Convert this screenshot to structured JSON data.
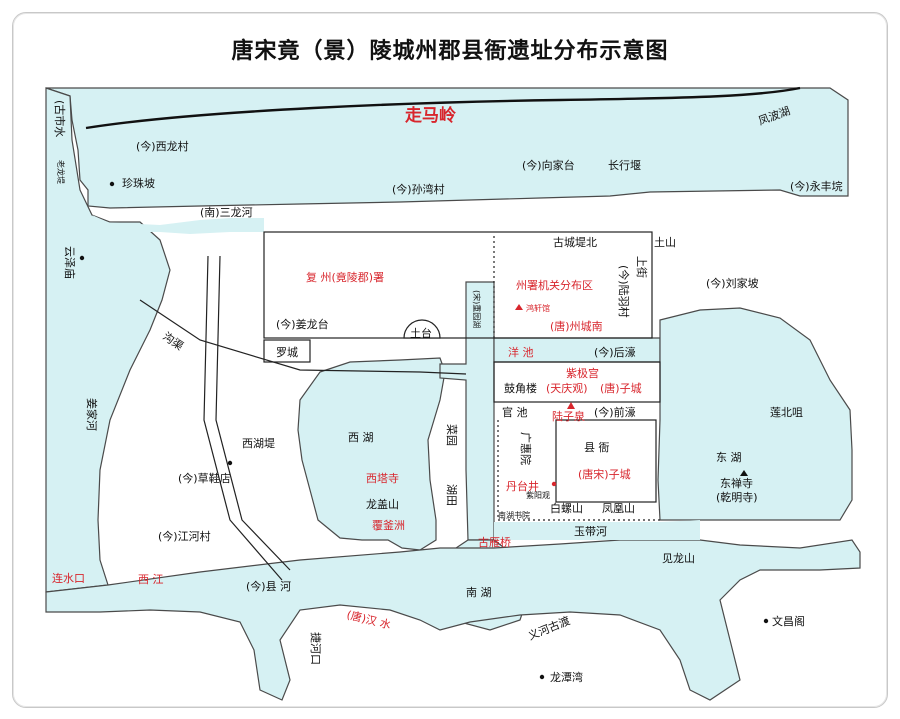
{
  "title": "唐宋竟（景）陵城州郡县衙遗址分布示意图",
  "colors": {
    "water": "#d6f1f3",
    "stroke": "#4a4a4a",
    "accent": "#d8262d"
  },
  "labels": {
    "zouma_ling": "走马岭",
    "gu_shi_shui": "(古市水",
    "lao_long_di": "老龙堤",
    "xilong_cun": "(今)西龙村",
    "zhenzhu_po": "珍珠坡",
    "sunwan_cun": "(今)孙湾村",
    "xiangjiatai": "(今)向家台",
    "changxing_yan": "长行堰",
    "fengbo_hu": "凤波湖",
    "yongfeng_yuan": "(今)永丰垸",
    "nan_sanlong_he": "(南)三龙河",
    "yunze_miao": "云泽庙",
    "gucheng_dibei": "古城堤北",
    "tu_shan": "土山",
    "shang_jie": "上街",
    "lu_yu_cun": "(今)陆羽村",
    "liujia_po": "(今)刘家坡",
    "fuzhou_shu": "复 州(竟陵郡)署",
    "zhoushu_jiguan": "州署机关分布区",
    "hongxuan_guan": "鸿轩馆",
    "tang_zhou_chengnan": "(唐)州城南",
    "song_zhu_yuan": "(宋)重园湖",
    "jianglong_tai": "(今)姜龙台",
    "tu_tai": "土台",
    "luo_cheng": "罗城",
    "gouqu": "沟渠",
    "yang_chi": "洋 池",
    "hou_hao": "(今)后濠",
    "ziji_gong": "紫极宫",
    "tianqing_guan": "(天庆观)",
    "tang_zicheng": "(唐)子城",
    "gujiao_lou": "鼓角楼",
    "guan_chi": "官 池",
    "luzi_quan": "陆子泉",
    "qian_hao": "(今)前濠",
    "lianbei_ju": "莲北咀",
    "xihu": "西   湖",
    "xihu_di": "西湖堤",
    "caoxie_dian": "(今)草鞋店",
    "xita_si": "西塔寺",
    "longgai_shan": "龙盖山",
    "fuqi_zhou": "覆釜洲",
    "caiyuan": "菜园",
    "hutian": "湖田",
    "guanghui_yuan": "广惠院",
    "dantai_jing": "丹台井",
    "ziyang_guan": "紫阳观",
    "xian_ya": "县   衙",
    "tangsong_zicheng": "(唐宋)子城",
    "donghu": "东   湖",
    "dongchan_si": "东禅寺",
    "qianming_si": "(乾明寺)",
    "jiang_jia_he": "姜家河",
    "jianghe_cun": "(今)江河村",
    "nanhu_shuyuan": "南湖书院",
    "bailuo_shan": "白螺山",
    "fenghuang_shan": "凤凰山",
    "yudai_he": "玉带河",
    "guyan_qiao": "古雁桥",
    "jianlong_shan": "见龙山",
    "nanhu": "南   湖",
    "lianshui_kou": "连水口",
    "xi_jiang": "西   江",
    "xian_he": "(今)县 河",
    "tang_hanshui": "(唐)汉 水",
    "jie_hekou": "捷河口",
    "yihe_gudu": "义河古渡",
    "wenchang_ge": "文昌阁",
    "longtan_wan": "龙潭湾"
  }
}
